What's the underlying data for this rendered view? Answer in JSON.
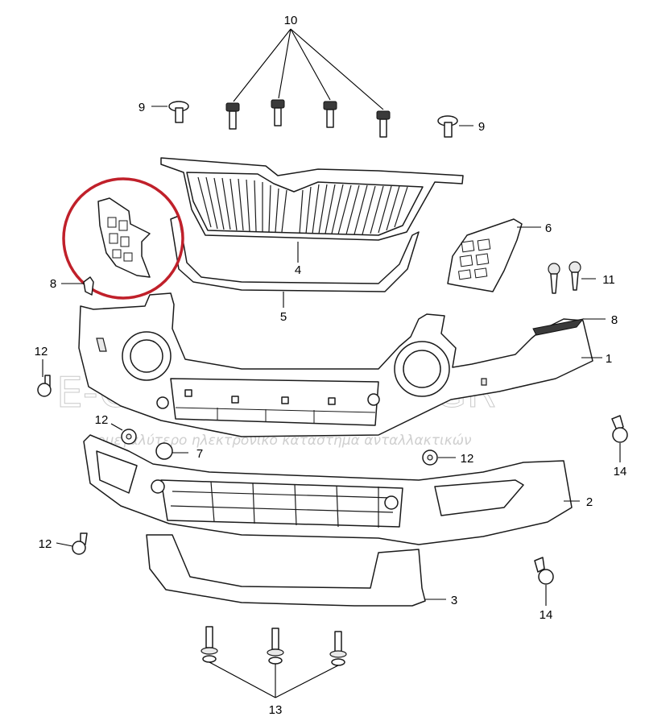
{
  "watermark": {
    "brand": "E-ONLYCARPARTS.GR",
    "tagline": "τομεγαλύτερο ηλεκτρονικό κατάστημα ανταλλακτικών"
  },
  "highlight_color": "#c0202a",
  "callouts": {
    "c1": "1",
    "c2": "2",
    "c3": "3",
    "c4": "4",
    "c5": "5",
    "c6": "6",
    "c7": "7",
    "c8a": "8",
    "c8b": "8",
    "c9a": "9",
    "c9b": "9",
    "c10": "10",
    "c11": "11",
    "c12a": "12",
    "c12b": "12",
    "c12c": "12",
    "c12d": "12",
    "c13": "13",
    "c14a": "14",
    "c14b": "14"
  }
}
